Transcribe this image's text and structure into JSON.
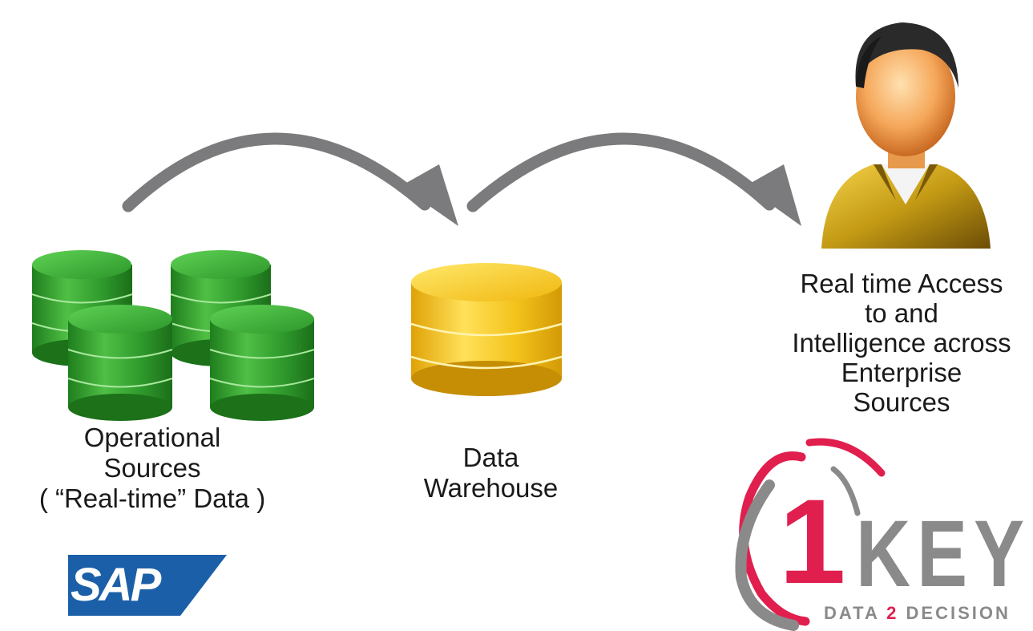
{
  "colors": {
    "arrow": "#7b7b7d",
    "green_db": "#2f9a2c",
    "yellow_db": "#f3c21a",
    "sap_blue": "#1b5fa8",
    "onekey_red": "#e01f4e",
    "onekey_gray": "#8a8a8a"
  },
  "icons": {
    "operational": "database-cluster-icon",
    "warehouse": "database-icon",
    "user": "user-avatar-icon",
    "sap": "sap-logo",
    "onekey": "onekey-logo"
  },
  "operational": {
    "line1": "Operational",
    "line2": "Sources",
    "line3": "( “Real-time” Data )"
  },
  "warehouse": {
    "line1": "Data",
    "line2": "Warehouse"
  },
  "user": {
    "line1": "Real time Access",
    "line2": "to and",
    "line3": "Intelligence across",
    "line4": "Enterprise",
    "line5": "Sources"
  },
  "logos": {
    "sap_text": "SAP",
    "onekey_numeral": "1",
    "onekey_word": "KEY",
    "onekey_tagline_a": "DATA",
    "onekey_tagline_num": "2",
    "onekey_tagline_b": "DECISION"
  }
}
